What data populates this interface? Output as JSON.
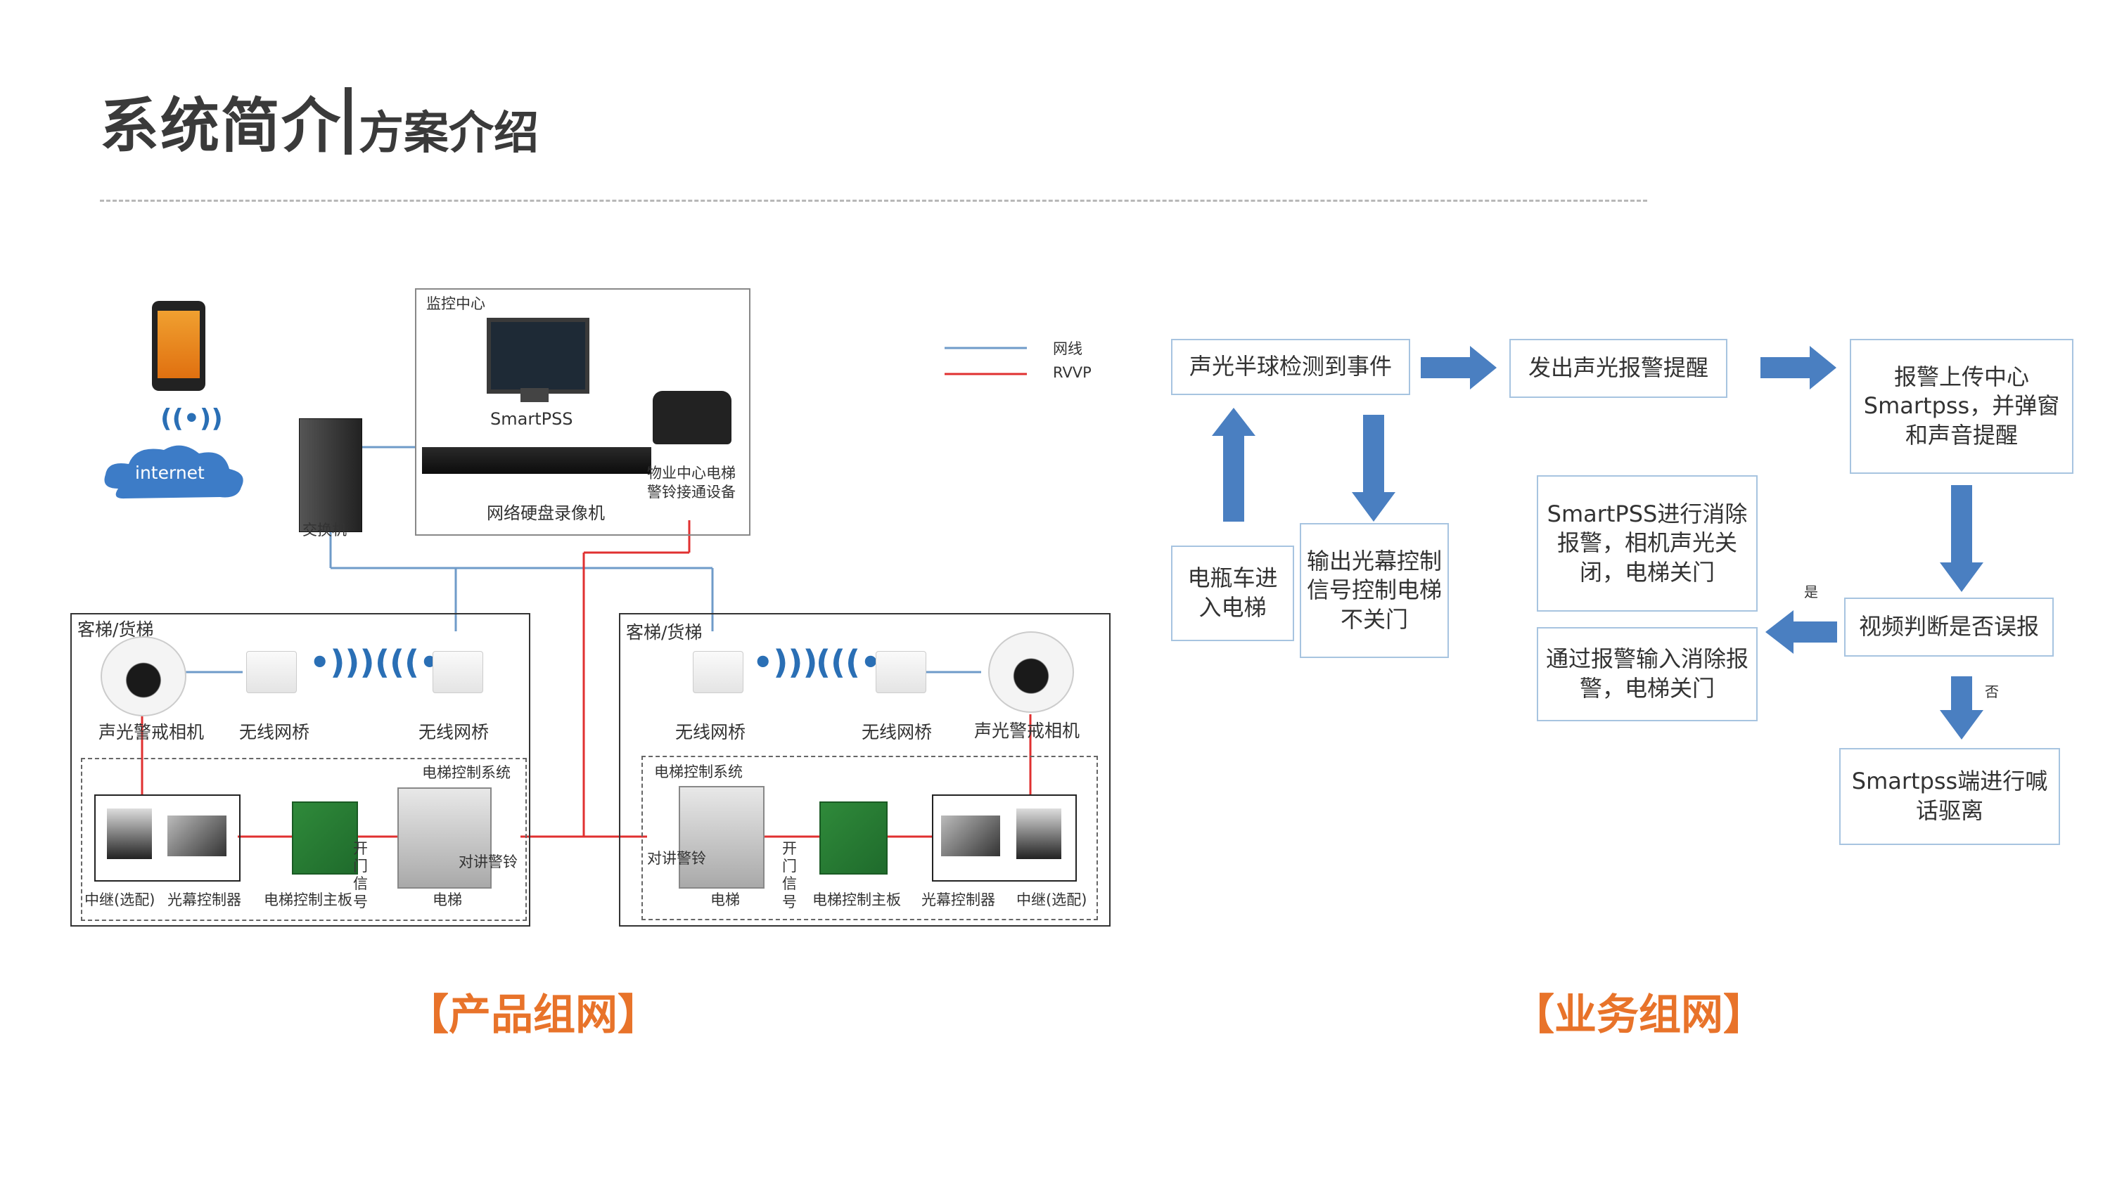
{
  "header": {
    "title": "系统简介",
    "subtitle": "方案介绍"
  },
  "left_diagram": {
    "caption": "【产品组网】",
    "control_center": {
      "label": "监控中心",
      "software": "SmartPSS",
      "nvr": "网络硬盘录像机",
      "phone": "物业中心电梯警铃接通设备"
    },
    "cloud": "internet",
    "switch": "交换机",
    "legend": [
      {
        "label": "网线",
        "color": "#6f9bc9"
      },
      {
        "label": "RVVP",
        "color": "#e03030"
      }
    ],
    "left_shaft": {
      "label": "客梯/货梯",
      "camera": "声光警戒相机",
      "bridge1": "无线网桥",
      "bridge2": "无线网桥",
      "control_system": "电梯控制系统",
      "relay": "中继(选配)",
      "light_curtain": "光幕控制器",
      "board": "电梯控制主板",
      "elevator": "电梯",
      "door_signal": "开门信号",
      "intercom": "对讲警铃"
    },
    "right_shaft": {
      "label": "客梯/货梯",
      "camera": "声光警戒相机",
      "bridge1": "无线网桥",
      "bridge2": "无线网桥",
      "control_system": "电梯控制系统",
      "relay": "中继(选配)",
      "light_curtain": "光幕控制器",
      "board": "电梯控制主板",
      "elevator": "电梯",
      "door_signal": "开门信号",
      "intercom": "对讲警铃"
    }
  },
  "right_diagram": {
    "caption": "【业务组网】",
    "boxes": {
      "detect": "声光半球检测到事件",
      "alarm": "发出声光报警提醒",
      "upload": "报警上传中心Smartpss，并弹窗和声音提醒",
      "ebike": "电瓶车进入电梯",
      "output": "输出光幕控制信号控制电梯不关门",
      "smartpss_clear": "SmartPSS进行消除报警，相机声光关闭，电梯关门",
      "judge": "视频判断是否误报",
      "alarm_input": "通过报警输入消除报警，电梯关门",
      "shout": "Smartpss端进行喊话驱离"
    },
    "yes_label": "是",
    "no_label": "否"
  }
}
